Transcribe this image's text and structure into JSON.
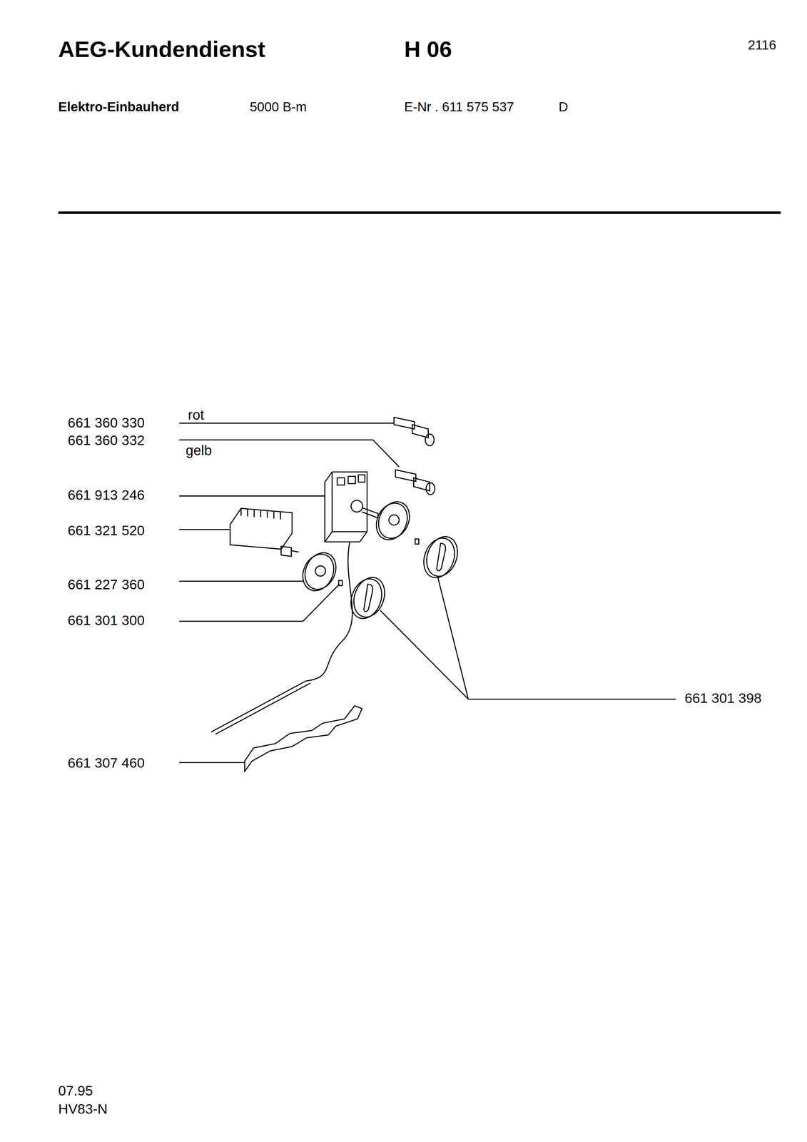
{
  "diagram": {
    "title": "AEG-Kundendienst",
    "labels": [
      "H 06",
      "2116",
      "Elektro-Einbauherd",
      "5000 B-m",
      "E-Nr . 611 575 537",
      "D",
      "661 360 330",
      "rot",
      "661 360 332",
      "gelb",
      "661 913 246",
      "661 321 520",
      "661 227 360",
      "661 301 300",
      "661 301 398",
      "661 307 460",
      "07.95",
      "HV83-N"
    ]
  }
}
